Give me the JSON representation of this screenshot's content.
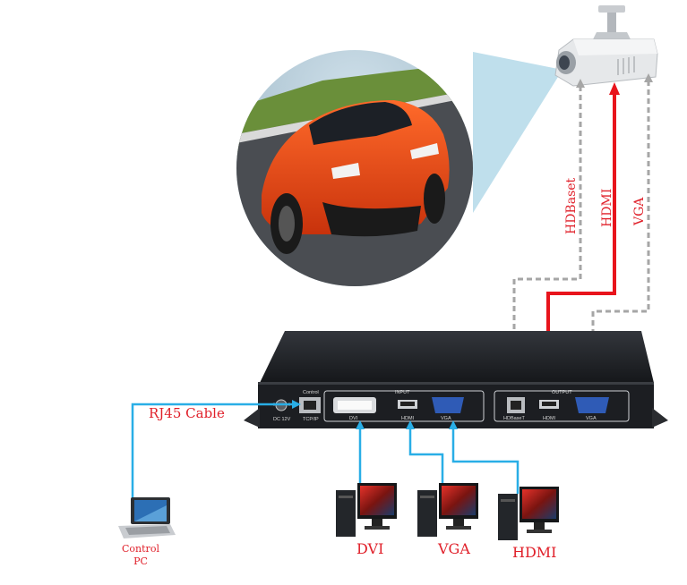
{
  "labels": {
    "rj45": "RJ45 Cable",
    "control_pc": "Control\nPC",
    "dvi": "DVI",
    "vga_src": "VGA",
    "hdmi_src": "HDMI",
    "hdbaset_out": "HDBaset",
    "hdmi_out": "HDMI",
    "vga_out": "VGA"
  },
  "device": {
    "control": "Control",
    "tcpip": "TCP/IP",
    "dc": "DC 12V",
    "input": "INPUT",
    "output": "OUTPUT",
    "dvi": "DVI",
    "hdmi_in": "HDMI",
    "vga_in": "VGA",
    "hdbaset": "HDBaseT",
    "hdmi_out": "HDMI",
    "vga_out": "VGA"
  },
  "colors": {
    "cable_blue": "#29aee6",
    "cable_red": "#e8141c",
    "cable_gray": "#a6a6a6",
    "label_red": "#e0202a",
    "device_body": "#1c1e22"
  },
  "icons": [
    "projector-icon",
    "laptop-icon",
    "desktop-computer-icon",
    "race-car-image"
  ]
}
